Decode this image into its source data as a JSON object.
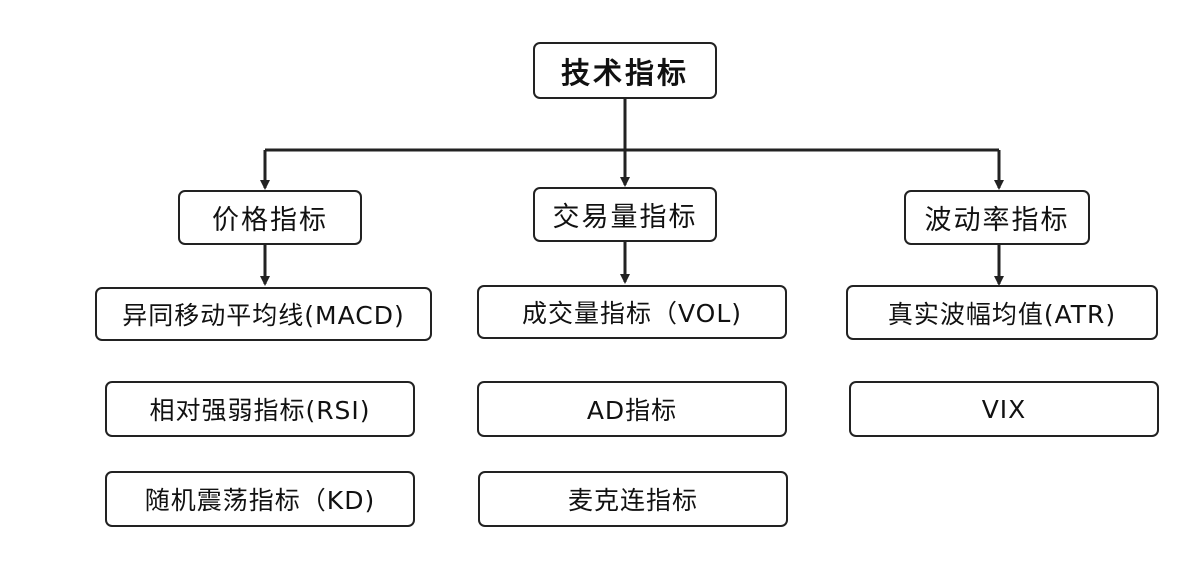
{
  "diagram": {
    "root": "技术指标",
    "categories": [
      {
        "label": "价格指标",
        "items": [
          "异同移动平均线(MACD)",
          "相对强弱指标(RSI)",
          "随机震荡指标（KD)"
        ]
      },
      {
        "label": "交易量指标",
        "items": [
          "成交量指标（VOL)",
          "AD指标",
          "麦克连指标"
        ]
      },
      {
        "label": "波动率指标",
        "items": [
          "真实波幅均值(ATR)",
          "VIX"
        ]
      }
    ]
  }
}
